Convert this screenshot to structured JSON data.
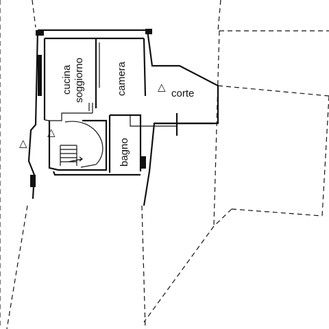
{
  "rooms": {
    "kitchen_line1": "cucina",
    "kitchen_line2": "soggiorno",
    "bedroom": "camera",
    "bathroom": "bagno",
    "courtyard": "corte"
  },
  "markers": {
    "entrance_symbol": "△"
  }
}
